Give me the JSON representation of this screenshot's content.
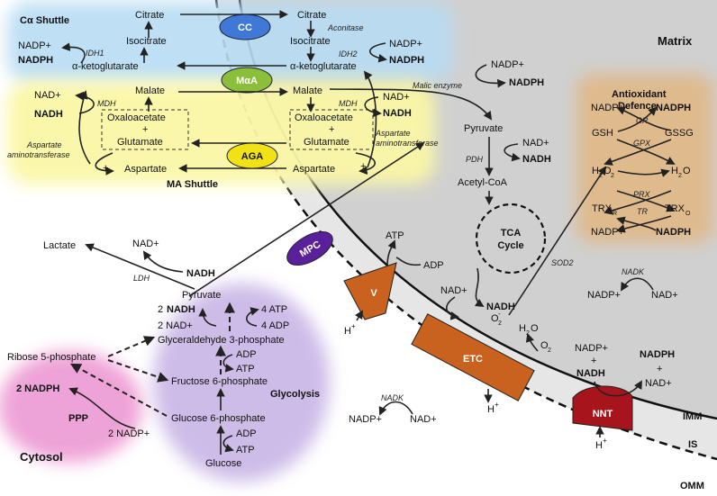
{
  "colors": {
    "ca_shuttle": "#b7dcf3",
    "ma_shuttle": "#fbf7a6",
    "glycolysis": "#c9b5e6",
    "ppp": "#ee9fd6",
    "antioxidant": "#e0b98a",
    "matrix": "#d0d0d0",
    "intermembrane": "#e6e6e6",
    "cc_carrier": "#3f78d6",
    "maa_carrier": "#8bbf3a",
    "aga_carrier": "#f1e216",
    "mpc_carrier": "#5a1f9a",
    "complex_v": "#c8621e",
    "etc": "#c8621e",
    "nnt": "#a8141b"
  },
  "regions": {
    "ca_shuttle": "Cα Shuttle",
    "ma_shuttle": "MA Shuttle",
    "matrix": "Matrix",
    "antioxidant": "Antioxidant Defence",
    "cytosol": "Cytosol",
    "glycolysis": "Glycolysis",
    "ppp": "PPP",
    "imm": "IMM",
    "is": "IS",
    "omm": "OMM"
  },
  "carriers": {
    "cc": "CC",
    "maa": "MαA",
    "aga": "AGA",
    "mpc": "MPC",
    "v": "V",
    "etc": "ETC",
    "nnt": "NNT"
  },
  "cytosol_metabolites": {
    "citrate": "Citrate",
    "isocitrate": "Isocitrate",
    "akg": "α-ketoglutarate",
    "malate": "Malate",
    "oaa": "Oxaloacetate",
    "plus": "+",
    "glutamate": "Glutamate",
    "aspartate": "Aspartate",
    "nadp_plus": "NADP+",
    "nadph": "NADPH",
    "nad_plus": "NAD+",
    "nadh": "NADH",
    "aat_enzyme_1": "Aspartate",
    "aat_enzyme_2": "aminotransferase",
    "idh1": "IDH1",
    "mdh": "MDH",
    "ldh": "LDH",
    "lactate": "Lactate",
    "pyruvate": "Pyruvate",
    "g3p": "Glyceraldehyde 3-phosphate",
    "f6p": "Fructose 6-phosphate",
    "g6p": "Glucose  6-phosphate",
    "glucose": "Glucose",
    "r5p": "Ribose 5-phosphate",
    "two_nadh_num": "2 ",
    "two_nadph": "2 NADPH",
    "two_nad_plus": "2 NAD+",
    "two_nadp_plus": "2 NADP+",
    "four_atp": "4 ATP",
    "four_adp": "4 ADP",
    "atp": "ATP",
    "adp": "ADP",
    "nadk": "NADK"
  },
  "matrix_metabolites": {
    "citrate": "Citrate",
    "aconitase": "Aconitase",
    "isocitrate": "Isocitrate",
    "idh2": "IDH2",
    "akg": "α-ketoglutarate",
    "malate": "Malate",
    "mdh": "MDH",
    "oaa": "Oxaloacetate",
    "plus": "+",
    "glutamate": "Glutamate",
    "aspartate": "Aspartate",
    "aat_enzyme_1": "Aspartate",
    "aat_enzyme_2": "aminotransferase",
    "malic_enzyme": "Malic enzyme",
    "pyruvate": "Pyruvate",
    "pdh": "PDH",
    "acetyl_coa": "Acetyl-CoA",
    "tca_1": "TCA",
    "tca_2": "Cycle",
    "sod2": "SOD2",
    "nadk": "NADK",
    "nadp_plus": "NADP+",
    "nadph": "NADPH",
    "nad_plus": "NAD+",
    "nadh": "NADH",
    "atp": "ATP",
    "adp": "ADP",
    "h_plus": "H",
    "superscript_plus": "+",
    "superoxide": "O",
    "superoxide_sub": "2",
    "superoxide_sup": "-",
    "h2o": "H",
    "o2": "O",
    "sub2": "2",
    "o_tail": "O"
  },
  "antioxidant": {
    "gr": "GR",
    "gpx": "GPX",
    "prx": "PRX",
    "tr": "TR",
    "gsh": "GSH",
    "gssg": "GSSG",
    "h2o2_h": "H",
    "h2o2_o": "O",
    "h2o_h": "H",
    "h2o_o": "O",
    "sub2": "2",
    "trx": "TRX",
    "trx_r": "R",
    "trx_o": "O",
    "nadp_plus": "NADP+",
    "nadph": "NADPH"
  }
}
